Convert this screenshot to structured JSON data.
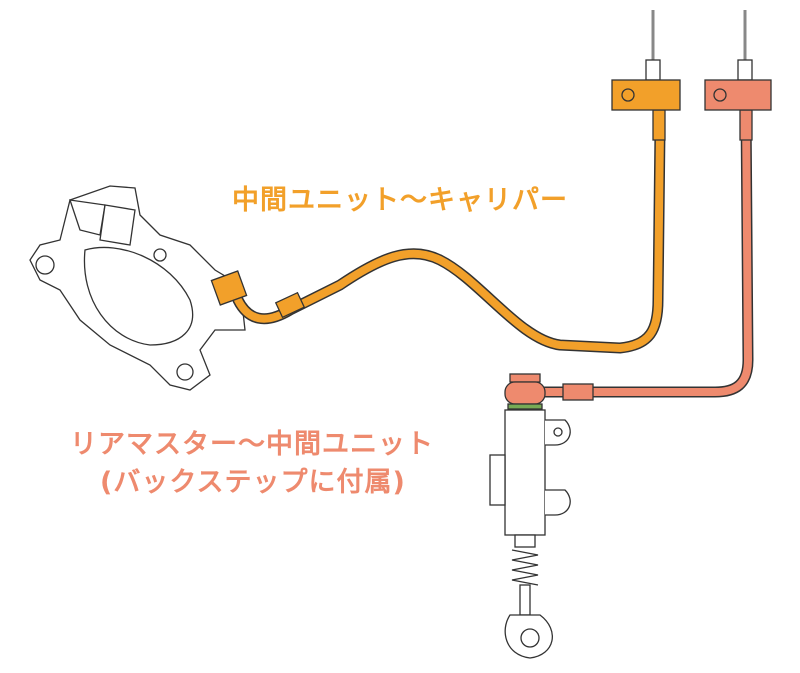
{
  "labels": {
    "caliper_hose": "中間ユニット〜キャリパー",
    "master_hose": "リアマスター〜中間ユニット",
    "master_hose_note": "(バックステップに付属)"
  },
  "colors": {
    "caliper_hose": "#F2A02A",
    "master_hose": "#EE8A6E",
    "outline": "#333333"
  }
}
